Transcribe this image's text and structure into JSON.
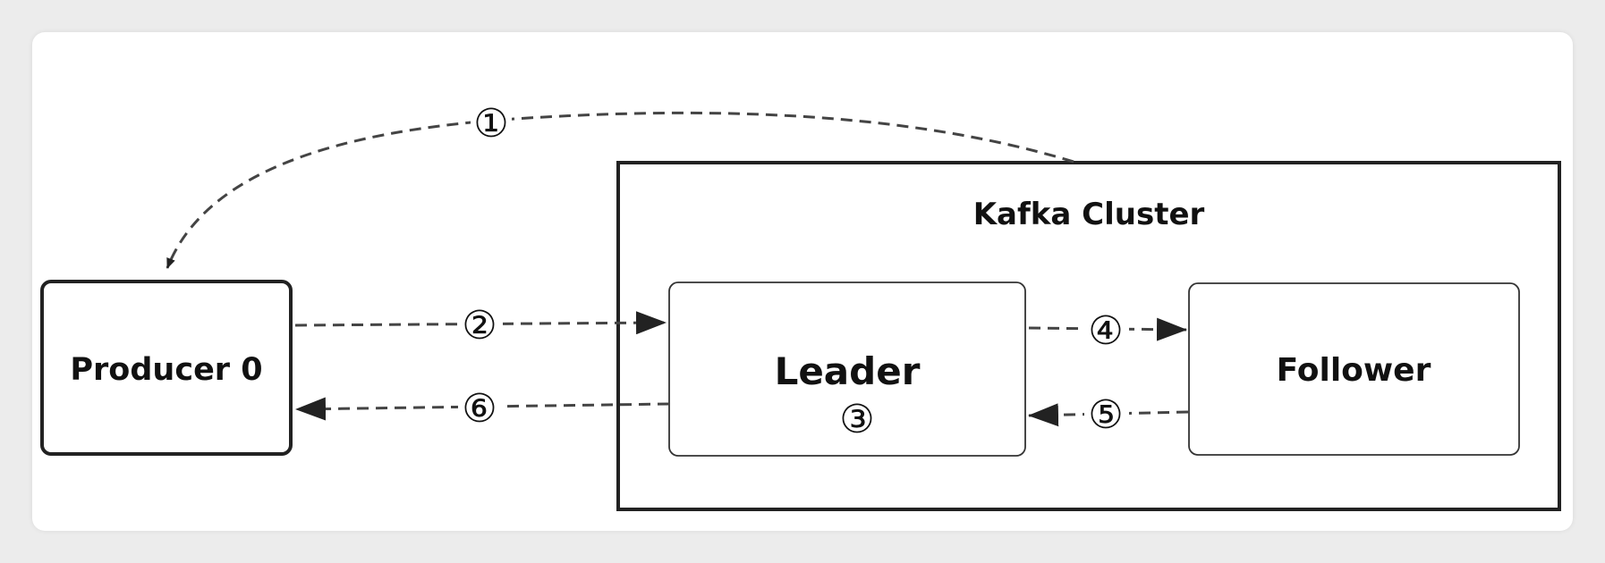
{
  "diagram": {
    "cluster_label": "Kafka Cluster",
    "nodes": {
      "producer": "Producer 0",
      "leader": "Leader",
      "follower": "Follower"
    },
    "steps": [
      "①",
      "②",
      "③",
      "④",
      "⑤",
      "⑥"
    ]
  },
  "colors": {
    "line": "#222222",
    "dash": "#444444",
    "background": "#ececec",
    "card": "#ffffff"
  }
}
